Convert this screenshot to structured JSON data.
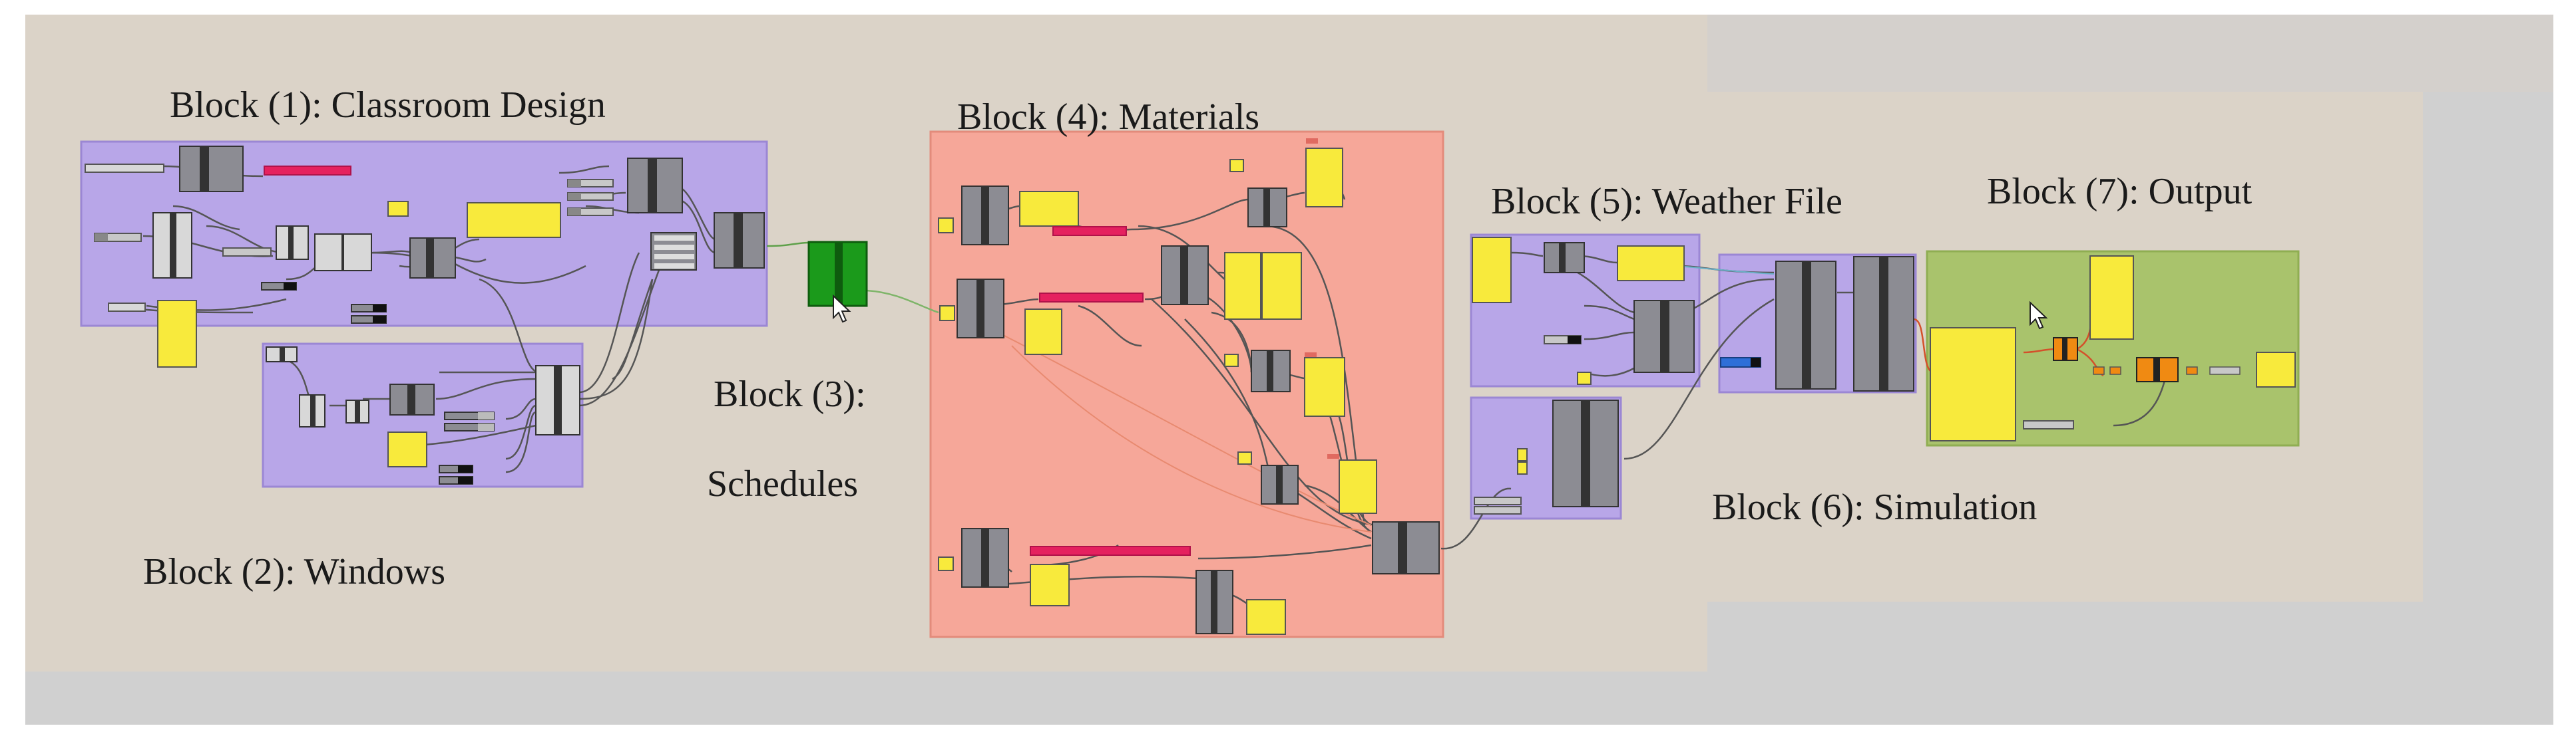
{
  "blocks": {
    "b1": {
      "label": "Block (1): Classroom Design"
    },
    "b2": {
      "label": "Block (2): Windows"
    },
    "b3": {
      "label_line1": "Block (3):",
      "label_line2": "Schedules"
    },
    "b4": {
      "label": "Block (4): Materials"
    },
    "b5": {
      "label": "Block (5): Weather File"
    },
    "b6": {
      "label": "Block (6): Simulation"
    },
    "b7": {
      "label": "Block (7): Output"
    }
  },
  "colors": {
    "background_outer": "#cfcfcf",
    "background_canvas": "#dcd5cc",
    "group_purple": "#b9a6e6",
    "group_salmon": "#f4a89a",
    "group_green": "#a6c46a",
    "component_gray": "#8c8c93",
    "param_yellow": "#f8ea3c",
    "slider_pink": "#e5215f",
    "schedule_green": "#1b9a1b",
    "output_orange": "#f08a12",
    "wire_gray": "#5a5a5a"
  },
  "icons": [
    "mouse-cursor-icon"
  ]
}
